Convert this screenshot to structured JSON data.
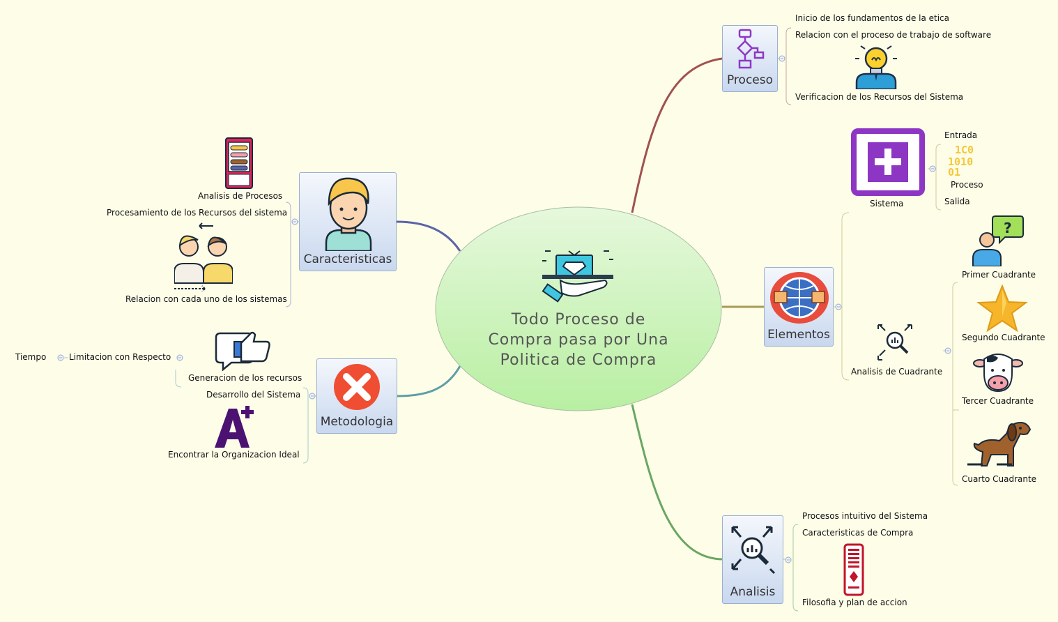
{
  "central": {
    "line1": "Todo Proceso de",
    "line2": "Compra pasa por Una",
    "line3": "Politica de Compra"
  },
  "proceso": {
    "title": "Proceso",
    "items": [
      "Inicio de los fundamentos de la etica",
      "Relacion con el proceso de trabajo de software",
      "Verificacion de los Recursos del Sistema"
    ]
  },
  "elementos": {
    "title": "Elementos",
    "sistema": {
      "label": "Sistema",
      "entrada": "Entrada",
      "proceso": "Proceso",
      "salida": "Salida"
    },
    "analisis_cuadrante": {
      "label": "Analisis de Cuadrante",
      "items": [
        "Primer Cuadrante",
        "Segundo Cuadrante",
        "Tercer Cuadrante",
        "Cuarto Cuadrante"
      ]
    }
  },
  "analisis": {
    "title": "Analisis",
    "items": [
      "Procesos intuitivo del Sistema",
      "Caracteristicas de Compra",
      "Filosofia y plan de accion"
    ]
  },
  "caracteristicas": {
    "title": "Caracteristicas",
    "items": [
      "Analisis de Procesos",
      "Procesamiento de los Recursos del sistema",
      "Relacion con cada uno de los sistemas"
    ]
  },
  "metodologia": {
    "title": "Metodologia",
    "limitacion": "Limitacion con Respecto",
    "tiempo": "Tiempo",
    "items": [
      "Generacion de los recursos",
      "Desarrollo del Sistema",
      "Encontrar la Organizacion Ideal"
    ]
  },
  "colors": {
    "background": "#fdfde8",
    "central_fill": "#c9f1bb",
    "branch_proceso": "#a0524f",
    "branch_elementos": "#a89a55",
    "branch_analisis": "#6aa664",
    "branch_caracteristicas": "#5b64a8",
    "branch_metodologia": "#5e9ea6",
    "accent_purple": "#8e36c4",
    "accent_red": "#e84c3d"
  },
  "icons": [
    "flowchart-icon",
    "lightbulb-person-icon",
    "plus-square-icon",
    "binary-icon",
    "person-question-icon",
    "star-icon",
    "analysis-icon",
    "cow-icon",
    "dog-icon",
    "globe-handshake-icon",
    "remote-control-icon",
    "user-icon",
    "phone-list-icon",
    "team-icon",
    "thumbs-up-icon",
    "close-icon",
    "a-plus-icon",
    "diamond-hand-icon"
  ]
}
